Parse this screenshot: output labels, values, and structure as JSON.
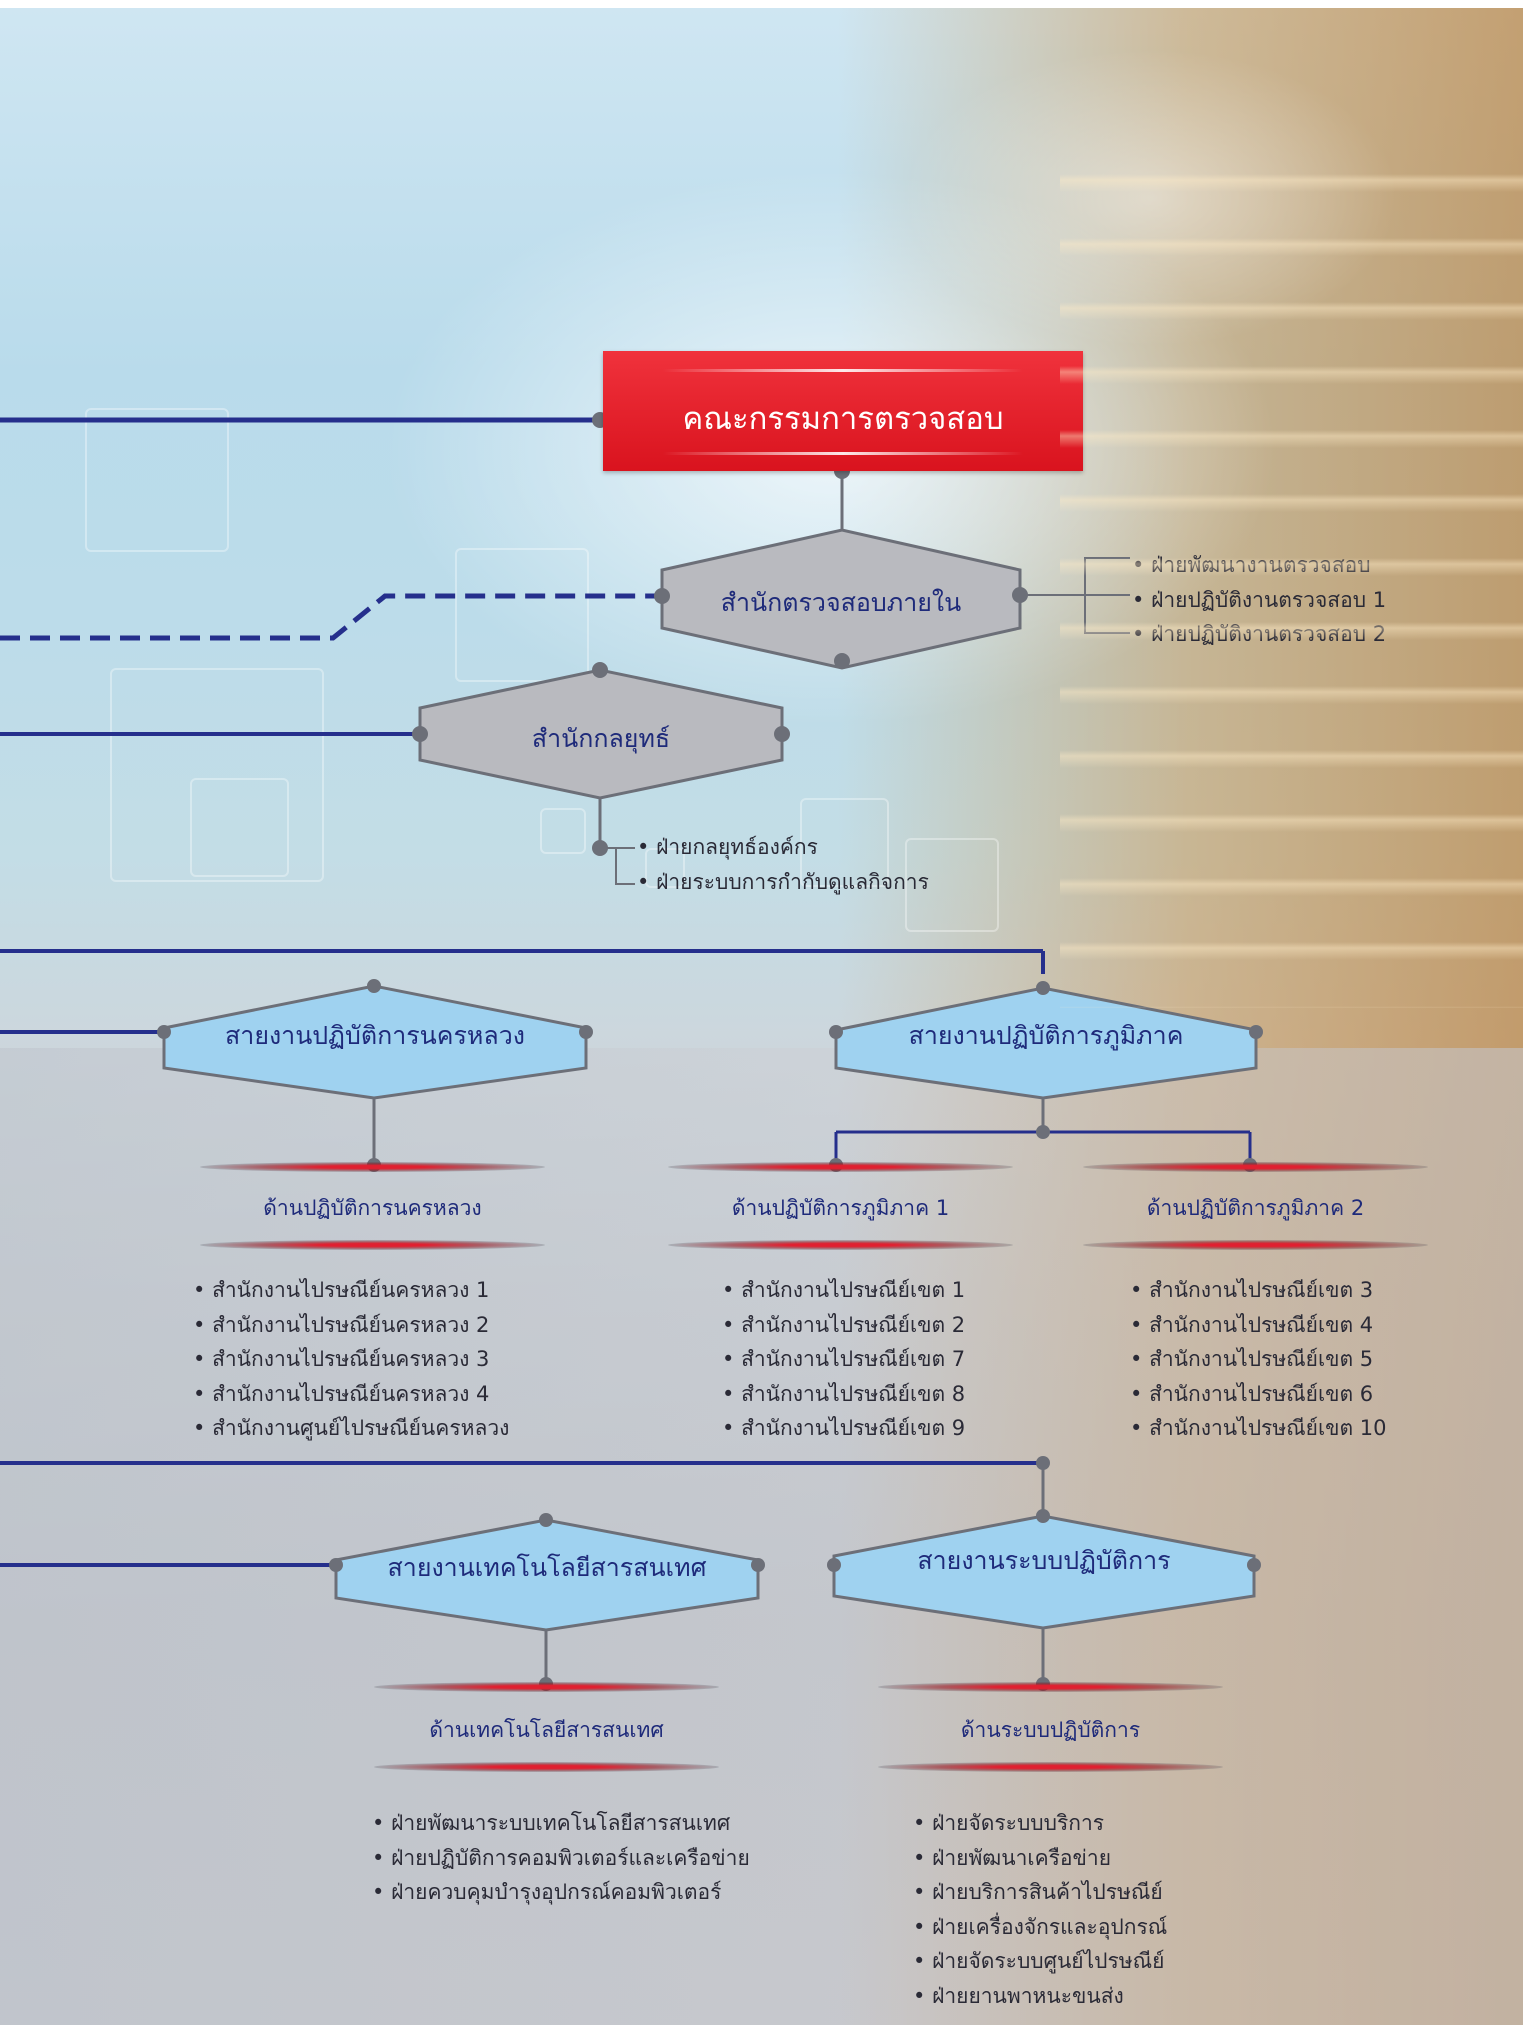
{
  "colors": {
    "red_box": "#e11c26",
    "gray_hex": "#b9babf",
    "blue_hex": "#9fd2f0",
    "line_navy": "#252f8c",
    "line_gray": "#6c6f78",
    "text_navy": "#1e2a7a"
  },
  "committee": {
    "title": "คณะกรรมการตรวจสอบ"
  },
  "internal_audit": {
    "title": "สำนักตรวจสอบภายใน",
    "divisions": [
      "ฝ่ายพัฒนางานตรวจสอบ",
      "ฝ่ายปฏิบัติงานตรวจสอบ 1",
      "ฝ่ายปฏิบัติงานตรวจสอบ 2"
    ]
  },
  "strategy": {
    "title": "สำนักกลยุทธ์",
    "divisions": [
      "ฝ่ายกลยุทธ์องค์กร",
      "ฝ่ายระบบการกำกับดูแลกิจการ"
    ]
  },
  "metro_line": {
    "title": "สายงานปฏิบัติการนครหลวง",
    "dept": {
      "title": "ด้านปฏิบัติการนครหลวง",
      "offices": [
        "สำนักงานไปรษณีย์นครหลวง 1",
        "สำนักงานไปรษณีย์นครหลวง 2",
        "สำนักงานไปรษณีย์นครหลวง 3",
        "สำนักงานไปรษณีย์นครหลวง 4",
        "สำนักงานศูนย์ไปรษณีย์นครหลวง"
      ]
    }
  },
  "regional_line": {
    "title": "สายงานปฏิบัติการภูมิภาค",
    "dept1": {
      "title": "ด้านปฏิบัติการภูมิภาค 1",
      "offices": [
        "สำนักงานไปรษณีย์เขต 1",
        "สำนักงานไปรษณีย์เขต 2",
        "สำนักงานไปรษณีย์เขต 7",
        "สำนักงานไปรษณีย์เขต 8",
        "สำนักงานไปรษณีย์เขต 9"
      ]
    },
    "dept2": {
      "title": "ด้านปฏิบัติการภูมิภาค 2",
      "offices": [
        "สำนักงานไปรษณีย์เขต 3",
        "สำนักงานไปรษณีย์เขต 4",
        "สำนักงานไปรษณีย์เขต 5",
        "สำนักงานไปรษณีย์เขต 6",
        "สำนักงานไปรษณีย์เขต 10"
      ]
    }
  },
  "it_line": {
    "title": "สายงานเทคโนโลยีสารสนเทศ",
    "dept": {
      "title": "ด้านเทคโนโลยีสารสนเทศ",
      "divisions": [
        "ฝ่ายพัฒนาระบบเทคโนโลยีสารสนเทศ",
        "ฝ่ายปฏิบัติการคอมพิวเตอร์และเครือข่าย",
        "ฝ่ายควบคุมบำรุงอุปกรณ์คอมพิวเตอร์"
      ]
    }
  },
  "ops_line": {
    "title": "สายงานระบบปฏิบัติการ",
    "dept": {
      "title": "ด้านระบบปฏิบัติการ",
      "divisions": [
        "ฝ่ายจัดระบบบริการ",
        "ฝ่ายพัฒนาเครือข่าย",
        "ฝ่ายบริการสินค้าไปรษณีย์",
        "ฝ่ายเครื่องจักรและอุปกรณ์",
        "ฝ่ายจัดระบบศูนย์ไปรษณีย์",
        "ฝ่ายยานพาหนะขนส่ง"
      ]
    }
  }
}
